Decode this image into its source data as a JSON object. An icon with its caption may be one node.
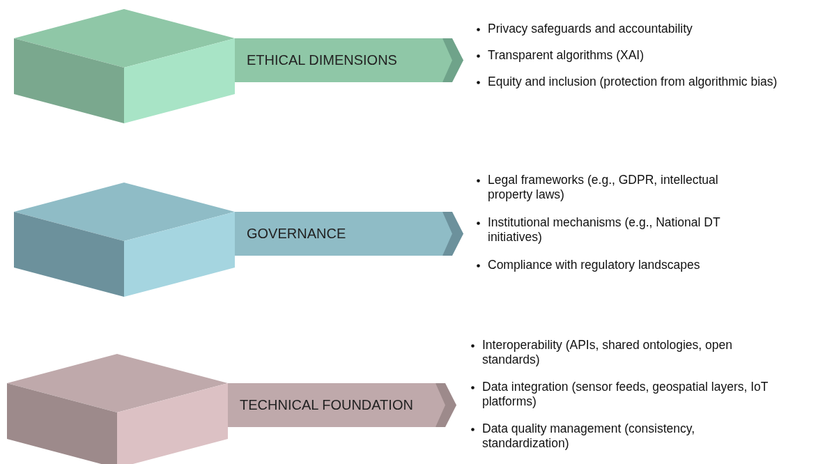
{
  "diagram": {
    "nodes": [
      {
        "text": [
          "ETHICAL DIMENSIONS"
        ],
        "beside": [
          "Privacy safeguards and accountability",
          "Transparent algorithms (XAI)",
          "Equity and inclusion (protection from algorithmic bias)"
        ]
      },
      {
        "text": [
          "GOVERNANCE"
        ],
        "beside": [
          "Legal frameworks (e.g., GDPR, intellectual property laws)",
          "Institutional mechanisms (e.g., National DT initiatives)",
          "Compliance with regulatory landscapes"
        ]
      },
      {
        "text": [
          "TECHNICAL FOUNDATION"
        ],
        "beside": [
          "Interoperability (APIs, shared ontologies, open standards)",
          "Data integration (sensor feeds, geospatial layers, IoT platforms)",
          "Data quality management (consistency, standardization)"
        ]
      }
    ]
  }
}
